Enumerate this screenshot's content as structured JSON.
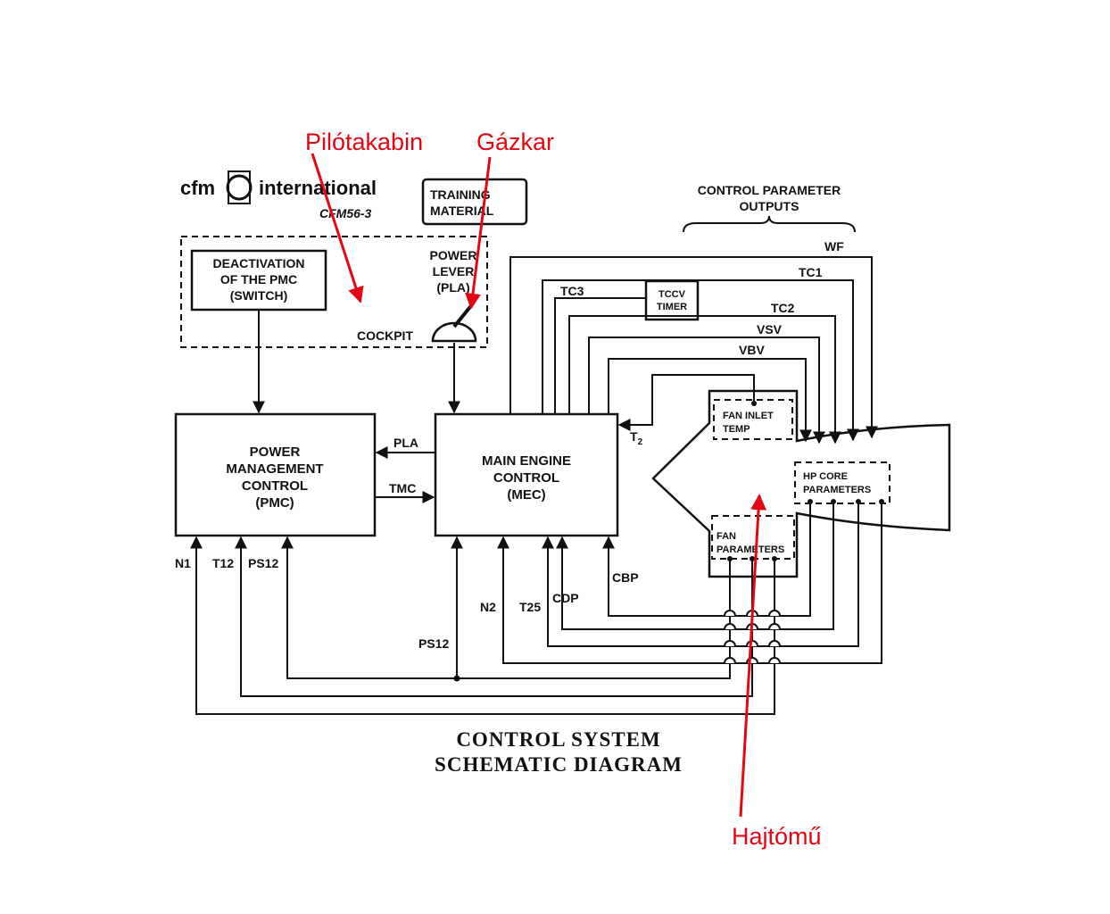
{
  "annotations": {
    "cockpit_hu": "Pilótakabin",
    "throttle_hu": "Gázkar",
    "engine_hu": "Hajtómű",
    "color": "#e30613"
  },
  "header": {
    "brand_left": "cfm",
    "brand_right": "international",
    "model": "CFM56-3",
    "training_line1": "TRAINING",
    "training_line2": "MATERIAL"
  },
  "cockpit": {
    "label": "COCKPIT",
    "switch_line1": "DEACTIVATION",
    "switch_line2": "OF THE PMC",
    "switch_line3": "(SWITCH)",
    "lever_line1": "POWER",
    "lever_line2": "LEVER",
    "lever_line3": "(PLA)"
  },
  "pmc": {
    "line1": "POWER",
    "line2": "MANAGEMENT",
    "line3": "CONTROL",
    "line4": "(PMC)"
  },
  "mec": {
    "line1": "MAIN ENGINE",
    "line2": "CONTROL",
    "line3": "(MEC)"
  },
  "signals": {
    "pla": "PLA",
    "tmc": "TMC",
    "t2": "T",
    "t2_sub": "2",
    "n1": "N1",
    "t12": "T12",
    "ps12_pmc": "PS12",
    "ps12_mec": "PS12",
    "n2": "N2",
    "t25": "T25",
    "cdp": "CDP",
    "cbp": "CBP",
    "tc3": "TC3",
    "wf": "WF",
    "tc1": "TC1",
    "tc2": "TC2",
    "vsv": "VSV",
    "vbv": "VBV"
  },
  "outputs_header": {
    "line1": "CONTROL PARAMETER",
    "line2": "OUTPUTS"
  },
  "tccv": {
    "line1": "TCCV",
    "line2": "TIMER"
  },
  "engine": {
    "fan_inlet_line1": "FAN INLET",
    "fan_inlet_line2": "TEMP",
    "hp_core_line1": "HP CORE",
    "hp_core_line2": "PARAMETERS",
    "fan_params_line1": "FAN",
    "fan_params_line2": "PARAMETERS"
  },
  "title": {
    "line1": "CONTROL SYSTEM",
    "line2": "SCHEMATIC DIAGRAM"
  }
}
